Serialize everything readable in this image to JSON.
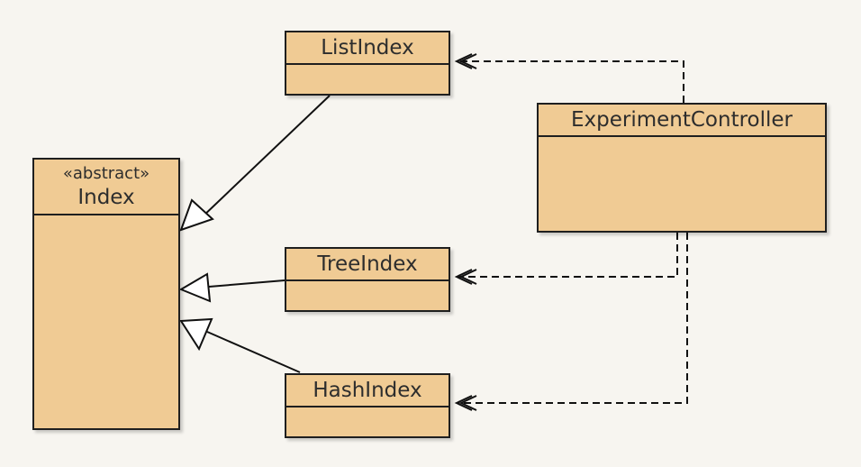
{
  "diagram": {
    "type": "uml-class-diagram",
    "colors": {
      "background": "#f7f5f0",
      "class_fill": "#f0cb94",
      "border": "#1f1f1f",
      "line": "#111111"
    },
    "classes": {
      "index": {
        "stereotype": "«abstract»",
        "name": "Index"
      },
      "list_index": {
        "name": "ListIndex"
      },
      "tree_index": {
        "name": "TreeIndex"
      },
      "hash_index": {
        "name": "HashIndex"
      },
      "experiment_controller": {
        "name": "ExperimentController"
      }
    },
    "relationships": [
      {
        "type": "generalization",
        "from": "ListIndex",
        "to": "Index"
      },
      {
        "type": "generalization",
        "from": "TreeIndex",
        "to": "Index"
      },
      {
        "type": "generalization",
        "from": "HashIndex",
        "to": "Index"
      },
      {
        "type": "dependency",
        "from": "ExperimentController",
        "to": "ListIndex"
      },
      {
        "type": "dependency",
        "from": "ExperimentController",
        "to": "TreeIndex"
      },
      {
        "type": "dependency",
        "from": "ExperimentController",
        "to": "HashIndex"
      }
    ]
  }
}
